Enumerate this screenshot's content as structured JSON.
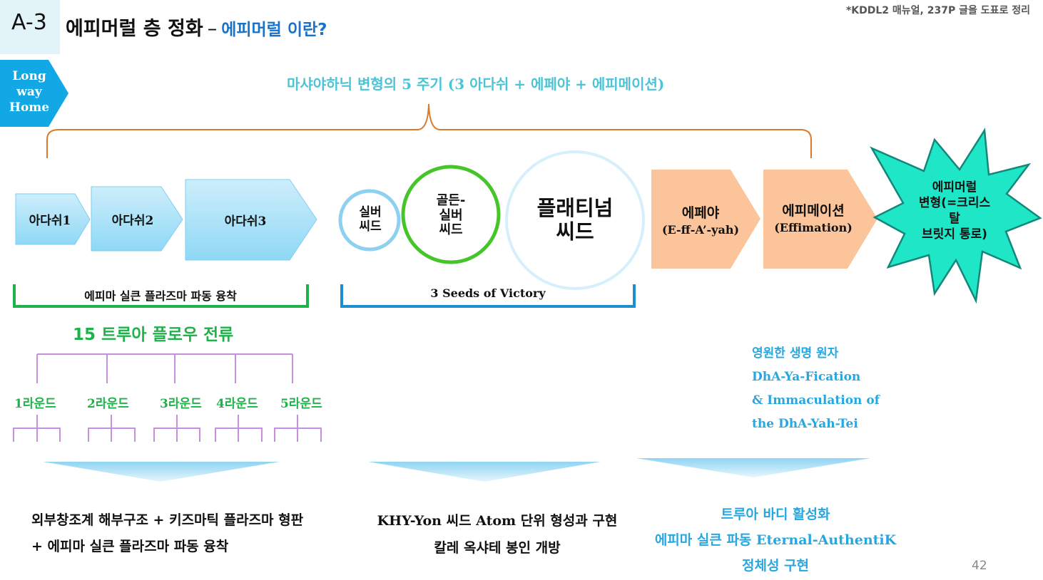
{
  "header": {
    "code": "A-3",
    "title": "에피머럴 층 정화",
    "dash": "–",
    "subtitle": "에피머럴 이란?",
    "note": "*KDDL2 매뉴얼, 237P 글을 도표로 정리"
  },
  "home_arrow": {
    "lines": [
      "Long",
      "way",
      "Home"
    ]
  },
  "cycle": {
    "title": "마샤야하닉 변형의 5 주기 (3 아다쉬 + 에페야 + 에피메이션)"
  },
  "adash": [
    "아다쉬1",
    "아다쉬2",
    "아다쉬3"
  ],
  "seeds": {
    "silver": [
      "실버",
      "씨드"
    ],
    "golden_silver": [
      "골든-",
      "실버",
      "씨드"
    ],
    "platinum": [
      "플래티넘",
      "씨드"
    ]
  },
  "epheya": {
    "label": "에페야",
    "sub": "(E-ff-A’-yah)"
  },
  "effimation": {
    "label": "에피메이션",
    "sub": "(Effimation)"
  },
  "star": {
    "lines": [
      "에피머럴",
      "변형(=크리스",
      "탈",
      "브릿지 통로)"
    ]
  },
  "brackets": {
    "left": "에피마 실큰 플라즈마 파동 융착",
    "middle": "3 Seeds of Victory"
  },
  "flow": {
    "title": "15 트루아 플로우 전류",
    "rounds": [
      "1라운드",
      "2라운드",
      "3라운드",
      "4라운드",
      "5라운드"
    ]
  },
  "eternal": [
    "영원한 생명 원자",
    "DhA-Ya-Fication",
    "& Immaculation of",
    "the DhA-Yah-Tei"
  ],
  "results": {
    "left": [
      "외부창조계 해부구조 + 키즈마틱 플라즈마 형판",
      "+ 에피마 실큰 플라즈마 파동 융착"
    ],
    "middle": [
      "KHY-Yon 씨드 Atom 단위 형성과 구현",
      "칼레 옥샤테 봉인 개방"
    ],
    "right": [
      "트루아 바디 활성화",
      "에피마 실큰 파동 Eternal-AuthentiK",
      "정체성 구현"
    ]
  },
  "page_number": "42",
  "colors": {
    "accent_blue": "#1a73c8",
    "cyan_text": "#4cc4d6",
    "green": "#1fb24a",
    "orange_brace": "#d9792a",
    "peach": "#fbc49a",
    "star": "#20e6c8",
    "purple_tree": "#c88fe0"
  }
}
